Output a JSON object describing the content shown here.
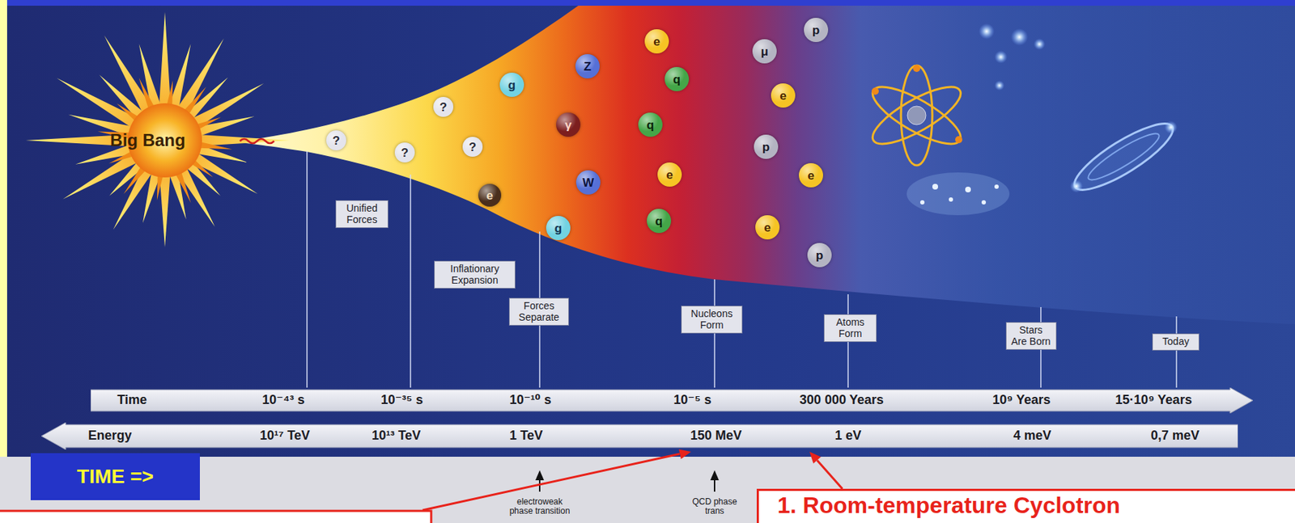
{
  "diagram": {
    "nodes": [
      {
        "text": [
          "?"
        ]
      },
      {
        "text": [
          "?"
        ]
      },
      {
        "text": [
          "?"
        ]
      },
      {
        "text": [
          "?"
        ]
      },
      {
        "text": [
          "e"
        ]
      },
      {
        "text": [
          "g"
        ]
      },
      {
        "text": [
          "g"
        ]
      },
      {
        "text": [
          "γ"
        ]
      },
      {
        "text": [
          "Z"
        ]
      },
      {
        "text": [
          "W"
        ]
      },
      {
        "text": [
          "q"
        ]
      },
      {
        "text": [
          "e"
        ]
      },
      {
        "text": [
          "q"
        ]
      },
      {
        "text": [
          "e"
        ]
      },
      {
        "text": [
          "q"
        ]
      },
      {
        "text": [
          "μ"
        ]
      },
      {
        "text": [
          "p"
        ]
      },
      {
        "text": [
          "e"
        ]
      },
      {
        "text": [
          "e"
        ]
      },
      {
        "text": [
          "e"
        ]
      },
      {
        "text": [
          "p"
        ]
      },
      {
        "text": [
          "p"
        ]
      },
      {
        "text": [
          "Unified Forces"
        ]
      },
      {
        "text": [
          "Inflationary Expansion"
        ]
      },
      {
        "text": [
          "Forces Separate"
        ]
      },
      {
        "text": [
          "Nucleons Form"
        ]
      },
      {
        "text": [
          "Atoms Form"
        ]
      },
      {
        "text": [
          "Stars Are Born"
        ]
      },
      {
        "text": [
          "Today"
        ]
      },
      {
        "text": [
          "Time",
          "10⁻⁴³ s",
          "10⁻³⁵ s",
          "10⁻¹⁰ s",
          "10⁻⁵ s",
          "300 000 Years",
          "10⁹ Years",
          "15·10⁹ Years"
        ]
      },
      {
        "text": [
          "Energy",
          "10¹⁷ TeV",
          "10¹³ TeV",
          "1 TeV",
          "150 MeV",
          "1 eV",
          "4 meV",
          "0,7 meV"
        ]
      },
      {
        "text": [
          "TIME =>"
        ]
      },
      {
        "text": [
          "1. Room-temperature Cyclotron"
        ]
      }
    ],
    "edges": [
      {
        "from": 32,
        "to": 30,
        "arrow": "to"
      }
    ],
    "labels": [
      "Big Bang",
      "electroweak phase transition",
      "QCD phase trans"
    ]
  }
}
